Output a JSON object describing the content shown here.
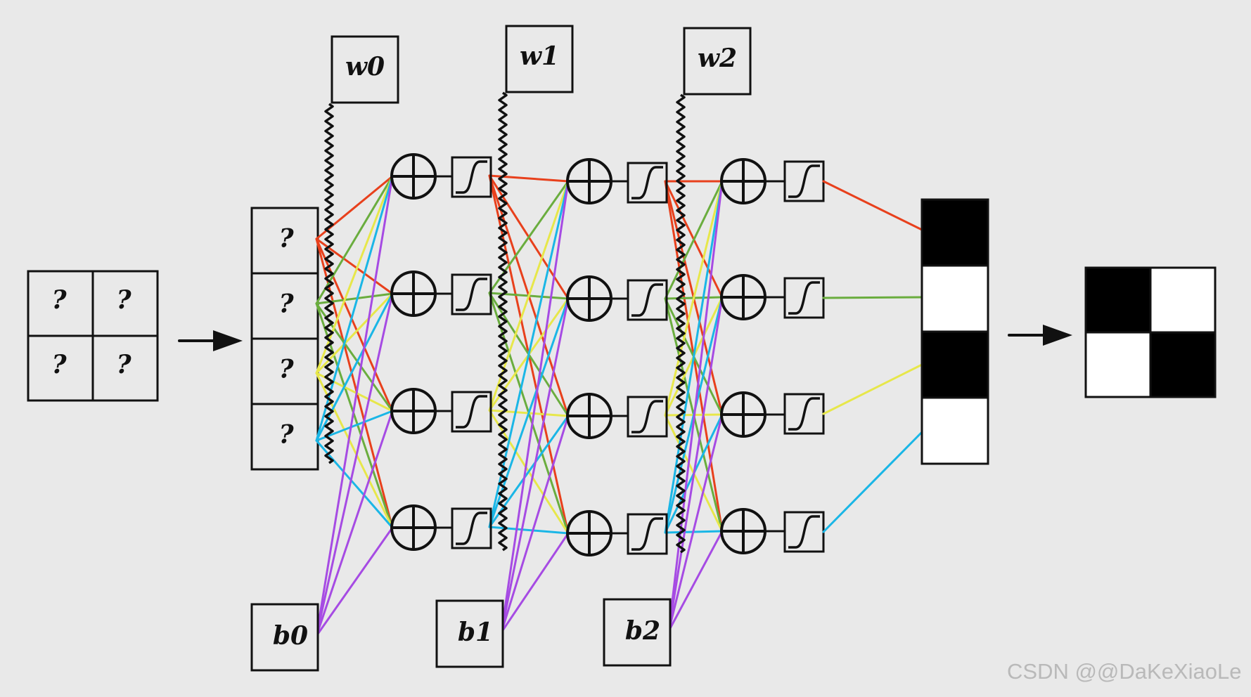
{
  "input_grid": {
    "cells": [
      "?",
      "?",
      "?",
      "?"
    ]
  },
  "input_vector": {
    "cells": [
      "?",
      "?",
      "?",
      "?"
    ]
  },
  "weights": [
    "w0",
    "w1",
    "w2"
  ],
  "biases": [
    "b0",
    "b1",
    "b2"
  ],
  "output_vector": {
    "cells": [
      "black",
      "white",
      "black",
      "white"
    ]
  },
  "output_grid": {
    "cells": [
      "black",
      "white",
      "white",
      "black"
    ]
  },
  "colors": {
    "background": "#e9e9e9",
    "stroke": "#111111",
    "connection_1": "#e8401c",
    "connection_2": "#6aad3e",
    "connection_3": "#e7e74a",
    "connection_4": "#1ab6e6",
    "bias_connection": "#a64be3",
    "filled_cell": "#000000",
    "empty_cell": "#ffffff"
  },
  "watermark": "CSDN @@DaKeXiaoLe"
}
